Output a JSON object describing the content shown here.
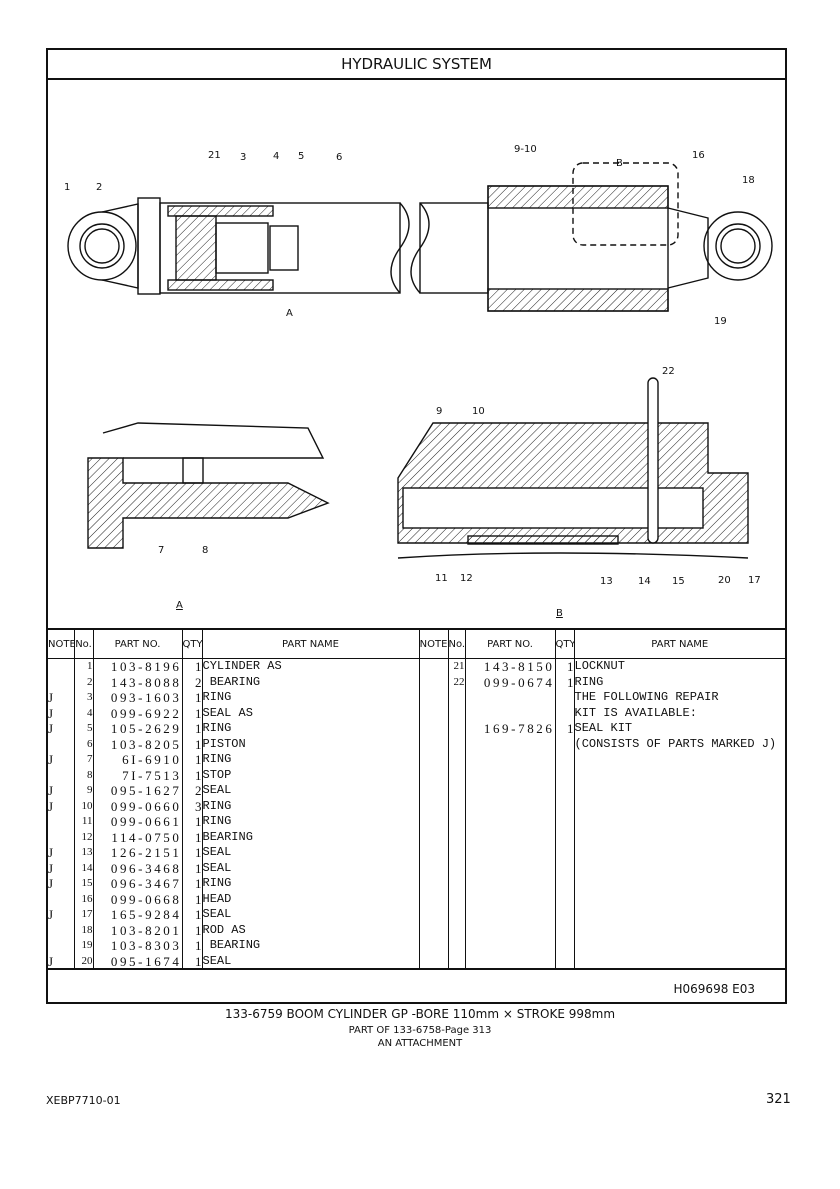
{
  "title": "HYDRAULIC SYSTEM",
  "callouts": {
    "c1": "1",
    "c2": "2",
    "c21": "21",
    "c3": "3",
    "c4": "4",
    "c5": "5",
    "c6": "6",
    "c910": "9-10",
    "c16": "16",
    "c18": "18",
    "c19": "19",
    "secA": "A",
    "secB": "B",
    "c7": "7",
    "c8": "8",
    "c9": "9",
    "c10": "10",
    "c22": "22",
    "c11": "11",
    "c12": "12",
    "c13": "13",
    "c14": "14",
    "c15": "15",
    "c20": "20",
    "c17": "17",
    "viewA": "A",
    "viewB": "B"
  },
  "table": {
    "headers": {
      "note": "NOTE",
      "no": "No.",
      "part_no": "PART NO.",
      "qty": "QTY",
      "part_name": "PART NAME"
    },
    "left_rows": [
      {
        "note": "",
        "no": "1",
        "part_no": "103-8196",
        "qty": "1",
        "name": "CYLINDER AS"
      },
      {
        "note": "",
        "no": "2",
        "part_no": "143-8088",
        "qty": "2",
        "name": " BEARING"
      },
      {
        "note": "J",
        "no": "3",
        "part_no": "093-1603",
        "qty": "1",
        "name": "RING"
      },
      {
        "note": "J",
        "no": "4",
        "part_no": "099-6922",
        "qty": "1",
        "name": "SEAL AS"
      },
      {
        "note": "J",
        "no": "5",
        "part_no": "105-2629",
        "qty": "1",
        "name": "RING"
      },
      {
        "note": "",
        "no": "6",
        "part_no": "103-8205",
        "qty": "1",
        "name": "PISTON"
      },
      {
        "note": "J",
        "no": "7",
        "part_no": "6I-6910",
        "qty": "1",
        "name": "RING"
      },
      {
        "note": "",
        "no": "8",
        "part_no": "7I-7513",
        "qty": "1",
        "name": "STOP"
      },
      {
        "note": "J",
        "no": "9",
        "part_no": "095-1627",
        "qty": "2",
        "name": "SEAL"
      },
      {
        "note": "J",
        "no": "10",
        "part_no": "099-0660",
        "qty": "3",
        "name": "RING"
      },
      {
        "note": "",
        "no": "11",
        "part_no": "099-0661",
        "qty": "1",
        "name": "RING"
      },
      {
        "note": "",
        "no": "12",
        "part_no": "114-0750",
        "qty": "1",
        "name": "BEARING"
      },
      {
        "note": "J",
        "no": "13",
        "part_no": "126-2151",
        "qty": "1",
        "name": "SEAL"
      },
      {
        "note": "J",
        "no": "14",
        "part_no": "096-3468",
        "qty": "1",
        "name": "SEAL"
      },
      {
        "note": "J",
        "no": "15",
        "part_no": "096-3467",
        "qty": "1",
        "name": "RING"
      },
      {
        "note": "",
        "no": "16",
        "part_no": "099-0668",
        "qty": "1",
        "name": "HEAD"
      },
      {
        "note": "J",
        "no": "17",
        "part_no": "165-9284",
        "qty": "1",
        "name": "SEAL"
      },
      {
        "note": "",
        "no": "18",
        "part_no": "103-8201",
        "qty": "1",
        "name": "ROD AS"
      },
      {
        "note": "",
        "no": "19",
        "part_no": "103-8303",
        "qty": "1",
        "name": " BEARING"
      },
      {
        "note": "J",
        "no": "20",
        "part_no": "095-1674",
        "qty": "1",
        "name": "SEAL"
      }
    ],
    "right_rows": [
      {
        "note": "",
        "no": "21",
        "part_no": "143-8150",
        "qty": "1",
        "name": "LOCKNUT"
      },
      {
        "note": "",
        "no": "22",
        "part_no": "099-0674",
        "qty": "1",
        "name": "RING"
      },
      {
        "note": "",
        "no": "",
        "part_no": "",
        "qty": "",
        "name": "THE FOLLOWING REPAIR"
      },
      {
        "note": "",
        "no": "",
        "part_no": "",
        "qty": "",
        "name": "KIT IS AVAILABLE:"
      },
      {
        "note": "",
        "no": "",
        "part_no": "169-7826",
        "qty": "1",
        "name": "SEAL KIT"
      },
      {
        "note": "",
        "no": "",
        "part_no": "",
        "qty": "",
        "name": "(CONSISTS OF PARTS MARKED J)"
      }
    ]
  },
  "illustration_ref": "H069698  E03",
  "caption": {
    "line1": "133-6759 BOOM CYLINDER GP -BORE 110mm × STROKE 998mm",
    "line2": "PART OF 133-6758-Page 313",
    "line3": "AN ATTACHMENT"
  },
  "doc_id": "XEBP7710-01",
  "page_number": "321"
}
